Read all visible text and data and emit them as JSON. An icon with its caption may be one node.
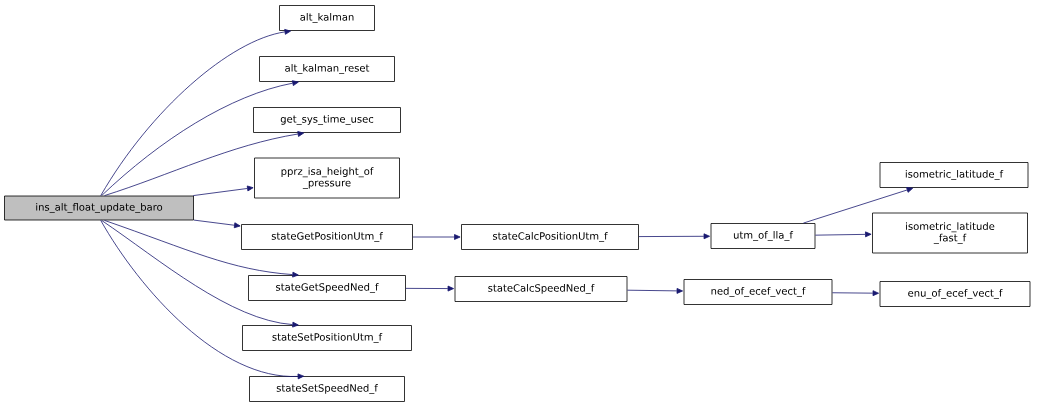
{
  "diagram": {
    "nodes": [
      {
        "text": [
          "ins_alt_float_update_baro"
        ]
      },
      {
        "text": [
          "alt_kalman"
        ]
      },
      {
        "text": [
          "alt_kalman_reset"
        ]
      },
      {
        "text": [
          "get_sys_time_usec"
        ]
      },
      {
        "text": [
          "pprz_isa_height_of _pressure"
        ]
      },
      {
        "text": [
          "stateGetPositionUtm_f"
        ]
      },
      {
        "text": [
          "stateGetSpeedNed_f"
        ]
      },
      {
        "text": [
          "stateSetPositionUtm_f"
        ]
      },
      {
        "text": [
          "stateSetSpeedNed_f"
        ]
      },
      {
        "text": [
          "stateCalcPositionUtm_f"
        ]
      },
      {
        "text": [
          "utm_of_lla_f"
        ]
      },
      {
        "text": [
          "isometric_latitude_f"
        ]
      },
      {
        "text": [
          "isometric_latitude _fast_f"
        ]
      },
      {
        "text": [
          "stateCalcSpeedNed_f"
        ]
      },
      {
        "text": [
          "ned_of_ecef_vect_f"
        ]
      },
      {
        "text": [
          "enu_of_ecef_vect_f"
        ]
      }
    ],
    "edges": [
      {
        "from": 0,
        "to": 1,
        "arrow": "to"
      },
      {
        "from": 0,
        "to": 2,
        "arrow": "to"
      },
      {
        "from": 0,
        "to": 3,
        "arrow": "to"
      },
      {
        "from": 0,
        "to": 4,
        "arrow": "to"
      },
      {
        "from": 0,
        "to": 5,
        "arrow": "to"
      },
      {
        "from": 0,
        "to": 6,
        "arrow": "to"
      },
      {
        "from": 0,
        "to": 7,
        "arrow": "to"
      },
      {
        "from": 0,
        "to": 8,
        "arrow": "to"
      },
      {
        "from": 5,
        "to": 9,
        "arrow": "to"
      },
      {
        "from": 9,
        "to": 10,
        "arrow": "to"
      },
      {
        "from": 10,
        "to": 11,
        "arrow": "to"
      },
      {
        "from": 10,
        "to": 12,
        "arrow": "to"
      },
      {
        "from": 6,
        "to": 13,
        "arrow": "to"
      },
      {
        "from": 13,
        "to": 14,
        "arrow": "to"
      },
      {
        "from": 14,
        "to": 15,
        "arrow": "to"
      }
    ]
  }
}
